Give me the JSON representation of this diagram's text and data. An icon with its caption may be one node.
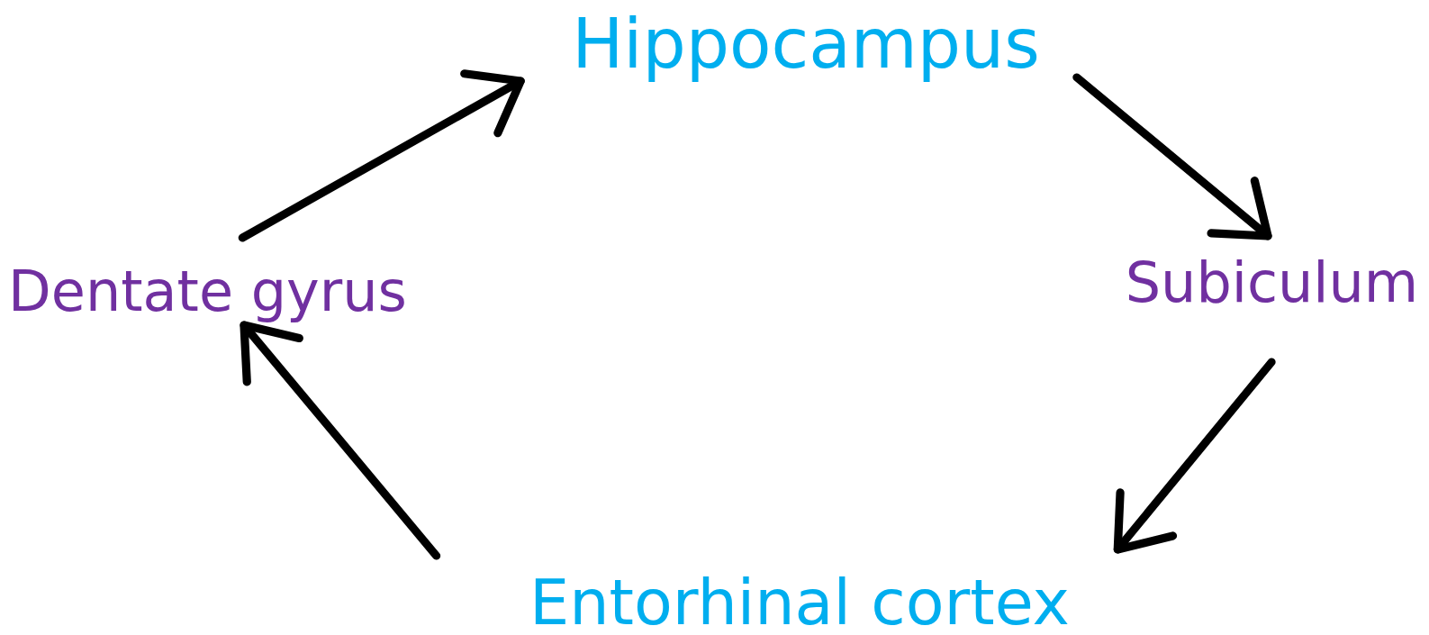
{
  "diagram": {
    "nodes": [
      {
        "text": [
          "Hippocampus"
        ]
      },
      {
        "text": [
          "Subiculum"
        ]
      },
      {
        "text": [
          "Entorhinal cortex"
        ]
      },
      {
        "text": [
          "Dentate gyrus"
        ]
      }
    ],
    "edges": [
      {
        "from": 3,
        "to": 0,
        "arrow": "to"
      },
      {
        "from": 0,
        "to": 1,
        "arrow": "to"
      },
      {
        "from": 1,
        "to": 2,
        "arrow": "to"
      },
      {
        "from": 2,
        "to": 3,
        "arrow": "to"
      }
    ]
  }
}
